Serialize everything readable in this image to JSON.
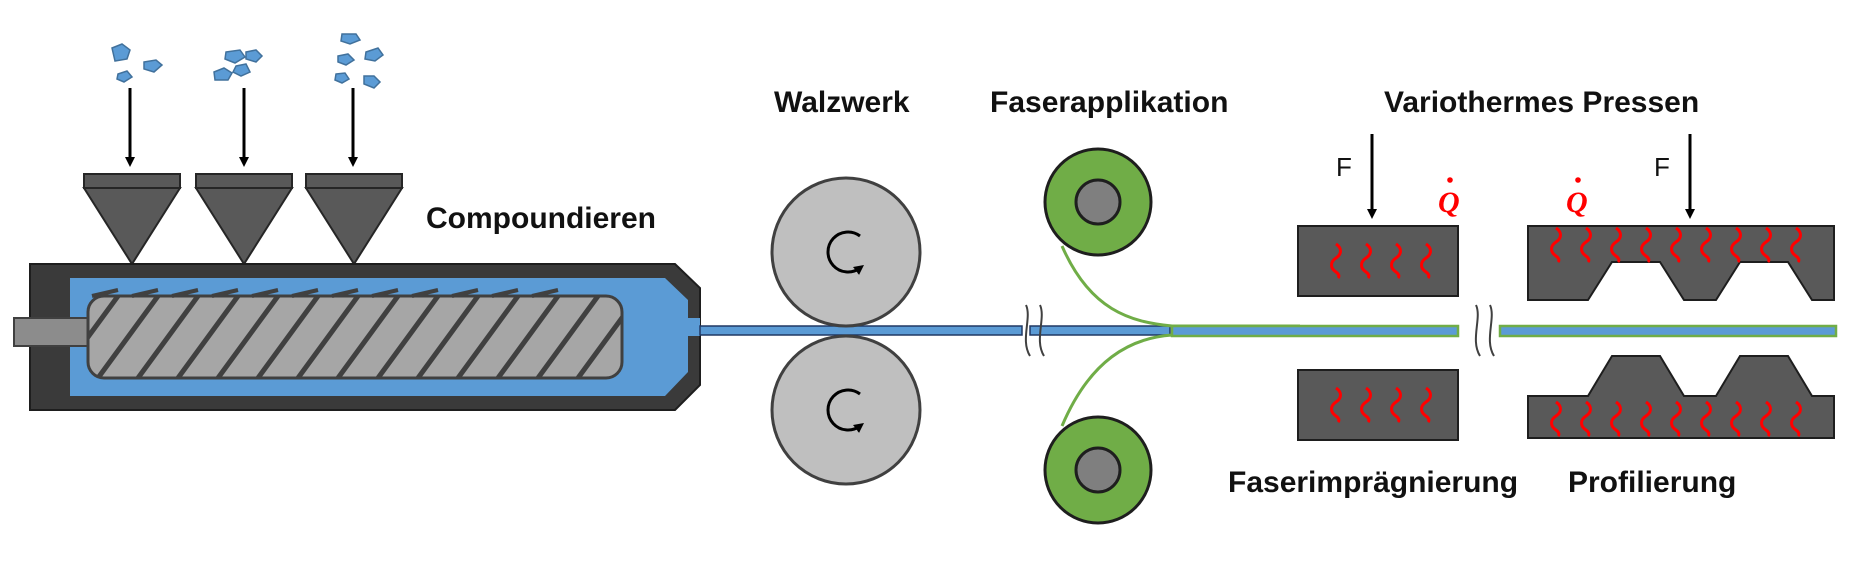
{
  "labels": {
    "compounding": "Compoundieren",
    "rolling_mill": "Walzwerk",
    "fiber_application": "Faserapplikation",
    "variothermal_pressing": "Variothermes Pressen",
    "fiber_impregnation": "Faserimprägnierung",
    "profiling": "Profilierung",
    "force_left": "F",
    "force_right": "F",
    "heat_left": "Q",
    "heat_right": "Q"
  },
  "colors": {
    "melt_blue": "#5b9bd5",
    "fiber_green": "#70ad47",
    "heater_red": "#ff0000",
    "dark_gray": "#595959",
    "mid_gray": "#7f7f7f",
    "light_gray": "#bfbfbf",
    "outline": "#404040"
  },
  "icons": {
    "granules": "pellet-cluster-icon",
    "hopper": "hopper-icon",
    "screw": "extruder-screw-icon",
    "roll_rotation": "rotate-arrow-icon",
    "spool": "fiber-spool-icon",
    "heater": "heating-coil-icon",
    "break": "line-break-icon"
  }
}
